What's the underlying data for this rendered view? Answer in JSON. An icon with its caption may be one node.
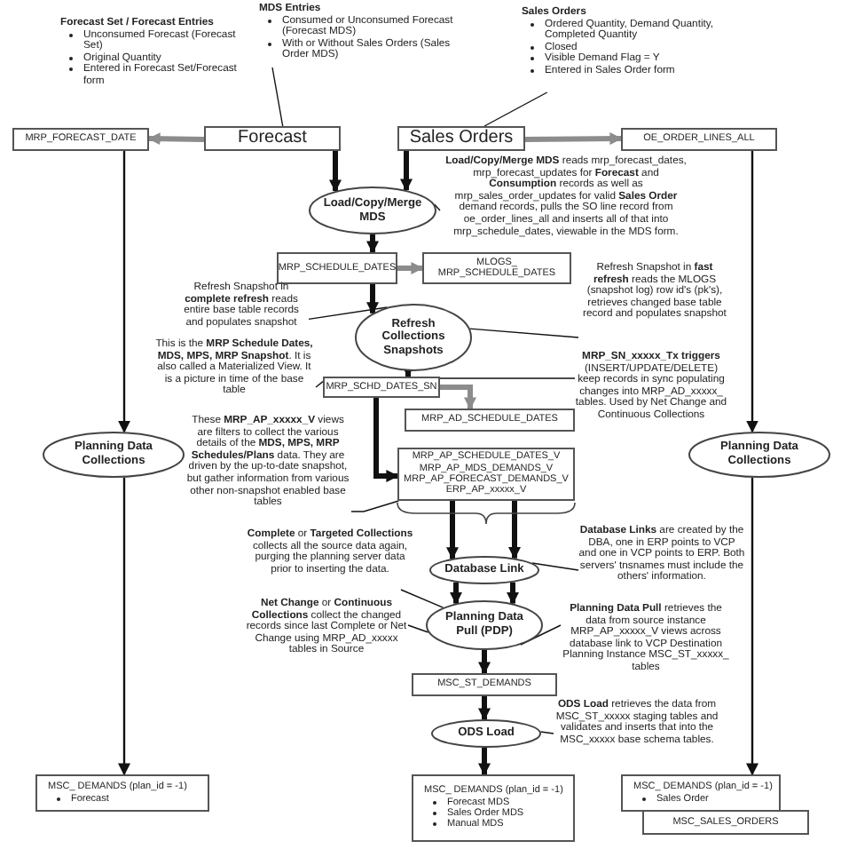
{
  "diagram": {
    "nodes": [
      {
        "text": [
          "MDS Entries",
          "Consumed or Unconsumed Forecast (Forecast MDS)",
          "With or Without Sales Orders (Sales Order MDS)"
        ]
      },
      {
        "text": [
          "Sales Orders",
          "Ordered Quantity, Demand Quantity, Completed Quantity",
          "Closed",
          "Visible Demand Flag = Y",
          "Entered in Sales Order form"
        ]
      },
      {
        "text": [
          "MRP_FORECAST_DATE"
        ]
      },
      {
        "text": [
          "Forecast"
        ]
      },
      {
        "text": [
          "Sales Orders"
        ]
      },
      {
        "text": [
          "OE_ORDER_LINES_ALL"
        ]
      },
      {
        "text": [
          "Load/Copy/Merge MDS"
        ]
      },
      {
        "text": [
          "**Load/Copy/Merge MDS** reads mrp_forecast_dates, mrp_forecast_updates for **Forecast** and **Consumption** records as well as mrp_sales_order_updates for valid **Sales Order** demand records, pulls the SO line record from oe_order_lines_all and inserts all of that into mrp_schedule_dates, viewable in the MDS form."
        ]
      },
      {
        "text": [
          "MRP_SCHEDULE_DATES"
        ]
      },
      {
        "text": [
          "MLOGS_ MRP_SCHEDULE_DATES"
        ]
      },
      {
        "text": [
          "Refresh Snapshot in **complete refresh** reads entire base table records and populates snapshot"
        ]
      },
      {
        "text": [
          "Refresh Snapshot in **fast refresh** reads the MLOGS (snapshot log) row id's (pk's), retrieves changed base table record and populates snapshot"
        ]
      },
      {
        "text": [
          "Refresh Collections Snapshots"
        ]
      },
      {
        "text": [
          "This is the **MRP Schedule Dates, MDS, MPS, MRP Snapshot**. It is also called a Materialized View. It is a picture in time of the base table"
        ]
      },
      {
        "text": [
          "MRP_SCHD_DATES_SN"
        ]
      },
      {
        "text": [
          "**MRP_SN_xxxxx_Tx triggers** (INSERT/UPDATE/DELETE) keep records in sync populating changes into MRP_AD_xxxxx_ tables. Used by Net Change and Continuous Collections"
        ]
      },
      {
        "text": [
          "MRP_AD_SCHEDULE_DATES"
        ]
      },
      {
        "text": [
          "Planning Data Collections"
        ]
      },
      {
        "text": [
          "These **MRP_AP_xxxxx_V** views are filters to collect the various details of the **MDS, MPS, MRP Schedules/Plans** data. They are driven by the up-to-date snapshot, but gather information from various other non-snapshot enabled base tables"
        ]
      },
      {
        "text": [
          "MRP_AP_SCHEDULE_DATES_V",
          "MRP_AP_MDS_DEMANDS_V",
          "MRP_AP_FORECAST_DEMANDS_V",
          "ERP_AP_xxxxx_V"
        ]
      },
      {
        "text": [
          "Planning Data Collections"
        ]
      },
      {
        "text": [
          "**Database Links** are created by the DBA, one in ERP points to VCP and one in VCP points to ERP. Both servers' tnsnames must include the others' information."
        ]
      },
      {
        "text": [
          "**Complete** or **Targeted Collections** collects all the source data again, purging the planning server data prior to inserting the data."
        ]
      },
      {
        "text": [
          "Database Link"
        ]
      },
      {
        "text": [
          "**Net Change** or **Continuous Collections** collect the changed records since last Complete or Net Change using MRP_AD_xxxxx tables in Source"
        ]
      },
      {
        "text": [
          "Planning Data Pull (PDP)"
        ]
      },
      {
        "text": [
          "**Planning Data Pull** retrieves the data from source instance MRP_AP_xxxxx_V views across database link to VCP Destination Planning Instance MSC_ST_xxxxx_ tables"
        ]
      },
      {
        "text": [
          "MSC_ST_DEMANDS"
        ]
      },
      {
        "text": [
          "ODS Load"
        ]
      },
      {
        "text": [
          "**ODS Load** retrieves the data from MSC_ST_xxxxx staging tables and validates and inserts that into the MSC_xxxxx base schema tables."
        ]
      },
      {
        "text": [
          "MSC_ DEMANDS (plan_id = -1)",
          "Forecast"
        ]
      },
      {
        "text": [
          "MSC_ DEMANDS (plan_id = -1)",
          "Forecast MDS",
          "Sales Order MDS",
          "Manual MDS"
        ]
      },
      {
        "text": [
          "MSC_ DEMANDS (plan_id = -1)",
          "Sales Order"
        ]
      },
      {
        "text": [
          "MSC_SALES_ORDERS"
        ]
      }
    ],
    "edges": [
      {
        "from": 3,
        "to": 2,
        "arrow": "to",
        "style": "thick",
        "color": "#8c8c8c"
      },
      {
        "from": 4,
        "to": 5,
        "arrow": "to",
        "style": "thick",
        "color": "#8c8c8c"
      },
      {
        "from": 0,
        "to": 3,
        "arrow": "none"
      },
      {
        "from": 1,
        "to": 4,
        "arrow": "none"
      },
      {
        "from": 3,
        "to": 6,
        "arrow": "to",
        "style": "thick"
      },
      {
        "from": 4,
        "to": 6,
        "arrow": "to",
        "style": "thick"
      },
      {
        "from": 7,
        "to": 6,
        "arrow": "none"
      },
      {
        "from": 6,
        "to": 8,
        "arrow": "to",
        "style": "thick"
      },
      {
        "from": 8,
        "to": 9,
        "arrow": "to",
        "style": "thick",
        "color": "#8c8c8c"
      },
      {
        "from": 8,
        "to": 12,
        "arrow": "to",
        "style": "thick"
      },
      {
        "from": 10,
        "to": 12,
        "arrow": "none"
      },
      {
        "from": 11,
        "to": 12,
        "arrow": "none"
      },
      {
        "from": 12,
        "to": 14,
        "arrow": "to",
        "style": "thick"
      },
      {
        "from": 13,
        "to": 14,
        "arrow": "none"
      },
      {
        "from": 14,
        "to": 16,
        "arrow": "to",
        "style": "thick",
        "color": "#8c8c8c"
      },
      {
        "from": 15,
        "to": 14,
        "arrow": "none"
      },
      {
        "from": 14,
        "to": 19,
        "arrow": "to",
        "style": "thick"
      },
      {
        "from": 18,
        "to": 19,
        "arrow": "none"
      },
      {
        "from": 2,
        "to": 17,
        "arrow": "to"
      },
      {
        "from": 17,
        "to": 30,
        "arrow": "to"
      },
      {
        "from": 5,
        "to": 20,
        "arrow": "to"
      },
      {
        "from": 20,
        "to": 32,
        "arrow": "to"
      },
      {
        "from": 19,
        "to": 23,
        "arrow": "to",
        "style": "thick"
      },
      {
        "from": 19,
        "to": 23,
        "arrow": "to",
        "style": "thick"
      },
      {
        "from": 21,
        "to": 23,
        "arrow": "none"
      },
      {
        "from": 22,
        "to": 25,
        "arrow": "none"
      },
      {
        "from": 23,
        "to": 25,
        "arrow": "to",
        "style": "thick"
      },
      {
        "from": 23,
        "to": 25,
        "arrow": "to",
        "style": "thick"
      },
      {
        "from": 24,
        "to": 25,
        "arrow": "none"
      },
      {
        "from": 26,
        "to": 25,
        "arrow": "none"
      },
      {
        "from": 25,
        "to": 27,
        "arrow": "to",
        "style": "thick"
      },
      {
        "from": 27,
        "to": 28,
        "arrow": "to",
        "style": "thick"
      },
      {
        "from": 29,
        "to": 28,
        "arrow": "none"
      },
      {
        "from": 28,
        "to": 31,
        "arrow": "to",
        "style": "thick"
      }
    ],
    "labels": [
      "Forecast Set / Forecast Entries",
      "Unconsumed Forecast (Forecast Set)",
      "Original Quantity",
      "Entered in Forecast Set/Forecast form"
    ]
  }
}
